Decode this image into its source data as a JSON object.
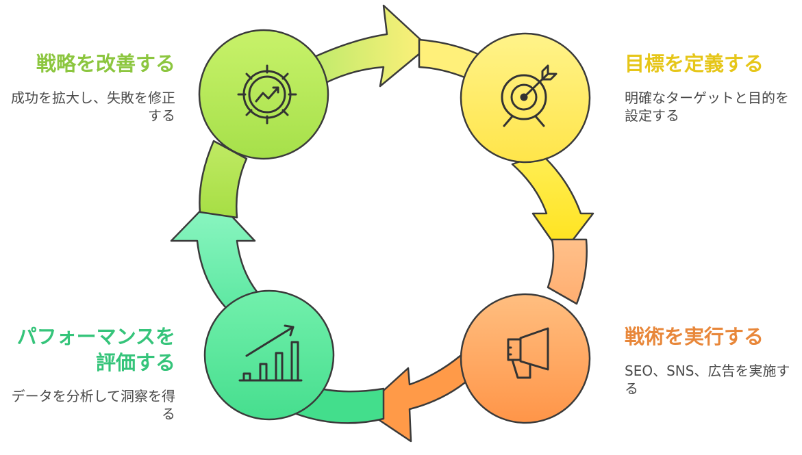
{
  "steps": {
    "improve": {
      "title": "戦略を改善する",
      "desc": "成功を拡大し、失敗を修正する",
      "color": "#8cc63f",
      "icon": "gear-chart-icon"
    },
    "define": {
      "title": "目標を定義する",
      "desc": "明確なターゲットと目的を設定する",
      "color": "#e6c619",
      "icon": "target-icon"
    },
    "execute": {
      "title": "戦術を実行する",
      "desc": "SEO、SNS、広告を実施する",
      "color": "#e8873a",
      "icon": "megaphone-icon"
    },
    "evaluate": {
      "title": "パフォーマンスを評価する",
      "desc": "データを分析して洞察を得る",
      "color": "#35c47a",
      "icon": "bar-chart-icon"
    }
  }
}
